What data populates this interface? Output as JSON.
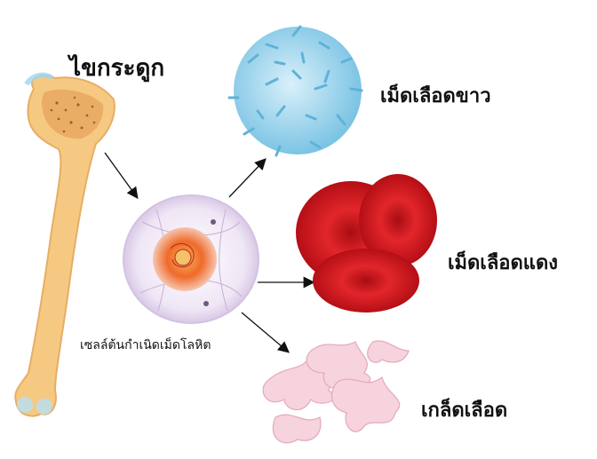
{
  "labels": {
    "bone_marrow": "ไขกระดูก",
    "white_blood_cell": "เม็ดเลือดขาว",
    "red_blood_cell": "เม็ดเลือดแดง",
    "platelet": "เกล็ดเลือด",
    "stem_cell": "เซลล์ต้นกำเนิดเม็ดโลหิต"
  },
  "colors": {
    "bone": "#f6c983",
    "marrow": "#e8a862",
    "white_cell": "#9fd6ee",
    "red_cell": "#d0141c",
    "platelet": "#f6d3dd",
    "stem_cell": "#ece3f3",
    "nucleus": "#f07f2c"
  }
}
